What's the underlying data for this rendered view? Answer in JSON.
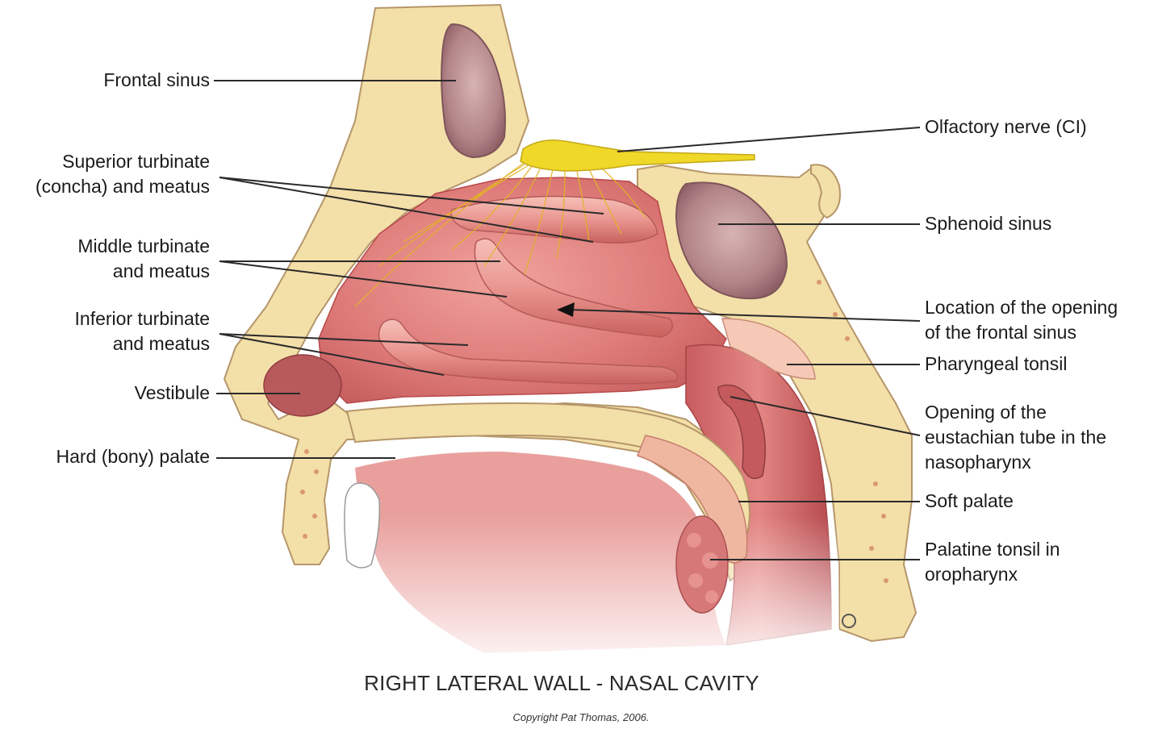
{
  "labels_left": [
    {
      "id": "frontal-sinus",
      "lines": [
        "Frontal sinus"
      ]
    },
    {
      "id": "superior-turbinate",
      "lines": [
        "Superior turbinate",
        "(concha) and meatus"
      ]
    },
    {
      "id": "middle-turbinate",
      "lines": [
        "Middle turbinate",
        "and meatus"
      ]
    },
    {
      "id": "inferior-turbinate",
      "lines": [
        "Inferior turbinate",
        "and meatus"
      ]
    },
    {
      "id": "vestibule",
      "lines": [
        "Vestibule"
      ]
    },
    {
      "id": "hard-palate",
      "lines": [
        "Hard (bony) palate"
      ]
    }
  ],
  "labels_right": [
    {
      "id": "olfactory-nerve",
      "lines": [
        "Olfactory nerve (CI)"
      ]
    },
    {
      "id": "sphenoid-sinus",
      "lines": [
        "Sphenoid sinus"
      ]
    },
    {
      "id": "frontal-sinus-opening",
      "lines": [
        "Location of the opening",
        "of the frontal sinus"
      ]
    },
    {
      "id": "pharyngeal-tonsil",
      "lines": [
        "Pharyngeal tonsil"
      ]
    },
    {
      "id": "eustachian-opening",
      "lines": [
        "Opening of the",
        "eustachian tube in the",
        "nasopharynx"
      ]
    },
    {
      "id": "soft-palate",
      "lines": [
        "Soft palate"
      ]
    },
    {
      "id": "palatine-tonsil",
      "lines": [
        "Palatine tonsil in",
        "oropharynx"
      ]
    }
  ],
  "caption": "RIGHT LATERAL WALL - NASAL CAVITY",
  "copyright": "Copyright Pat Thomas, 2006.",
  "colors": {
    "bone": "#f3dfa8",
    "bone_edge": "#b5966a",
    "mucosa": "#dd7a78",
    "mucosa_light": "#ef9e98",
    "mucosa_dark": "#b8484a",
    "sinus_cavity": "#b6888c",
    "nerve": "#f0d828",
    "tonsil": "#d77878",
    "leader_line": "#2a2a2a"
  }
}
